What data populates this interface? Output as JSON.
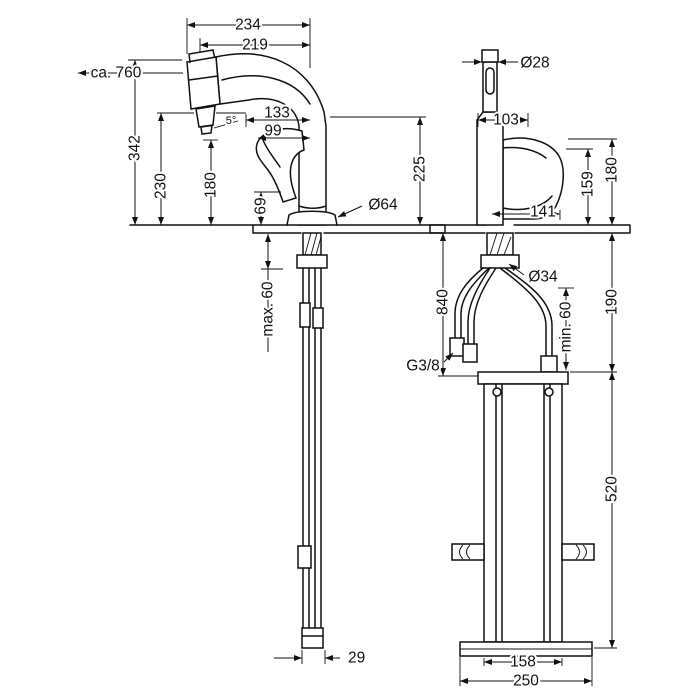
{
  "left_view": {
    "dim_total_width": "234",
    "dim_spout_reach": "219",
    "dim_pullout_hose": "ca. 760",
    "dim_total_height": "342",
    "dim_height_230": "230",
    "dim_height_180": "180",
    "dim_height_69": "69",
    "dim_width_133": "133",
    "dim_width_99": "99",
    "dim_spray_angle": "5°",
    "dim_base_dia": "Ø64",
    "dim_height_225": "225",
    "dim_counter_max": "max. 60",
    "dim_hose_width": "29"
  },
  "right_view": {
    "dim_stick_dia": "Ø28",
    "dim_width_103": "103",
    "dim_width_141": "141",
    "dim_height_159": "159",
    "dim_height_180": "180",
    "dim_shank_dia": "Ø34",
    "dim_hose_840": "840",
    "dim_counter_min": "min. 60",
    "dim_depth_190": "190",
    "dim_thread": "G3/8",
    "dim_box_520": "520",
    "dim_base_158": "158",
    "dim_plate_250": "250"
  },
  "colors": {
    "line": "#111111",
    "background": "#ffffff"
  }
}
